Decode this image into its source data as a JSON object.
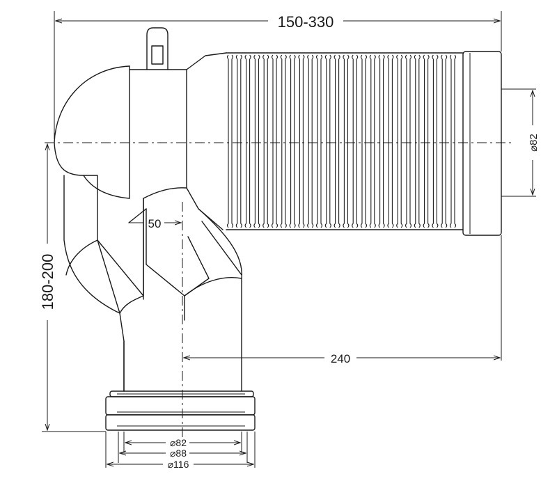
{
  "dimensions": {
    "overall_width": "150-330",
    "height": "180-200",
    "offset": "50",
    "outlet_length": "240",
    "side_diameter": "⌀82",
    "bottom_d1": "⌀82",
    "bottom_d2": "⌀88",
    "bottom_d3": "⌀116"
  },
  "colors": {
    "ink": "#1a1a1a",
    "paper": "#ffffff"
  }
}
